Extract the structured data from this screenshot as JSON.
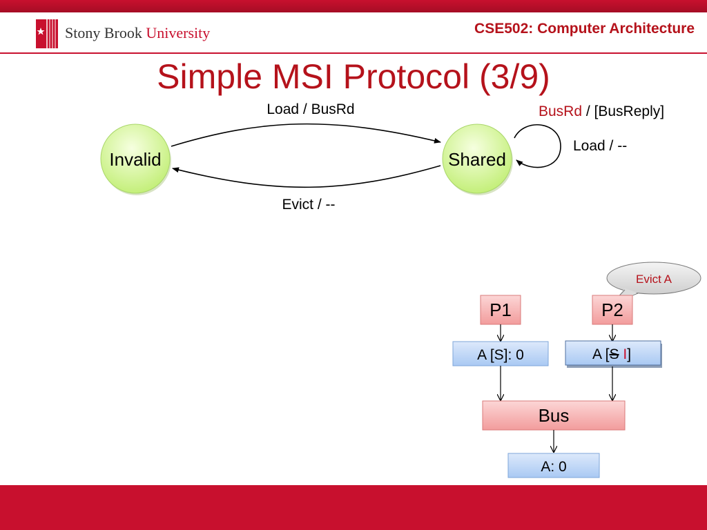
{
  "header": {
    "logo_name": "Stony Brook",
    "logo_name_suffix": "University",
    "course": "CSE502: Computer Architecture"
  },
  "slide": {
    "title": "Simple MSI Protocol (3/9)"
  },
  "state_diagram": {
    "states": {
      "invalid": "Invalid",
      "shared": "Shared"
    },
    "transitions": {
      "invalid_to_shared": "Load / BusRd",
      "shared_to_invalid": "Evict / --",
      "shared_self_busrd": "BusRd",
      "shared_self_busreply": " / [BusReply]",
      "shared_self_load": "Load / --"
    }
  },
  "system": {
    "callout": "Evict A",
    "p1": "P1",
    "p2": "P2",
    "cache1": "A [S]: 0",
    "cache2_prefix": "A [",
    "cache2_old_state": "S",
    "cache2_new_state": "I",
    "cache2_suffix": "]",
    "bus": "Bus",
    "memory": "A: 0"
  },
  "colors": {
    "accent": "#c8102e",
    "title": "#b5121b",
    "state_fill": "#d8f5a2",
    "processor_fill": "#f9bcbc",
    "cache_fill": "#bfd8f7"
  }
}
